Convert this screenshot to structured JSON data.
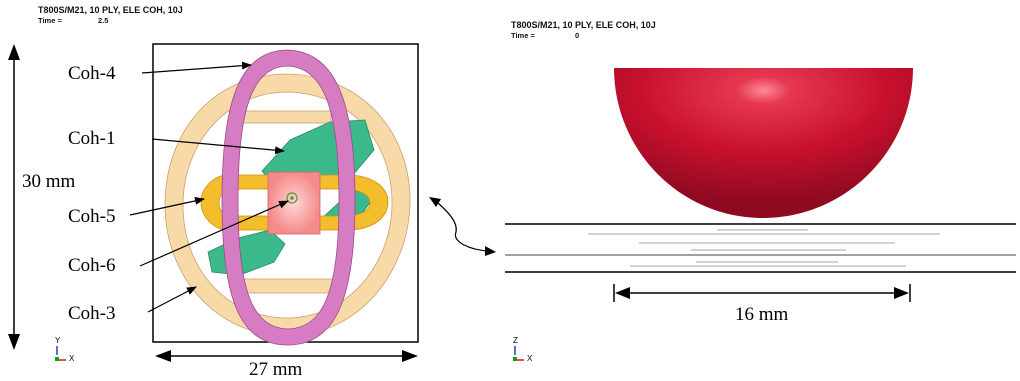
{
  "left_panel": {
    "title": "T800S/M21, 10 PLY, ELE COH, 10J",
    "time_label": "Time =",
    "time_value": "2.5",
    "labels": {
      "coh4": "Coh-4",
      "coh1": "Coh-1",
      "coh5": "Coh-5",
      "coh6": "Coh-6",
      "coh3": "Coh-3"
    },
    "height_dim": "30 mm",
    "width_dim": "27 mm",
    "axis_y": "Y",
    "axis_x": "X"
  },
  "right_panel": {
    "title": "T800S/M21, 10 PLY, ELE COH, 10J",
    "time_label": "Time =",
    "time_value": "0",
    "dim": "16 mm",
    "axis_z": "Z",
    "axis_x": "X"
  },
  "colors": {
    "coh4": "#d67cc2",
    "coh1": "#3cb98a",
    "coh5": "#f4bd2c",
    "coh6": "#f58a8a",
    "coh3": "#f8d9a8",
    "impactor": "#c8102e"
  }
}
